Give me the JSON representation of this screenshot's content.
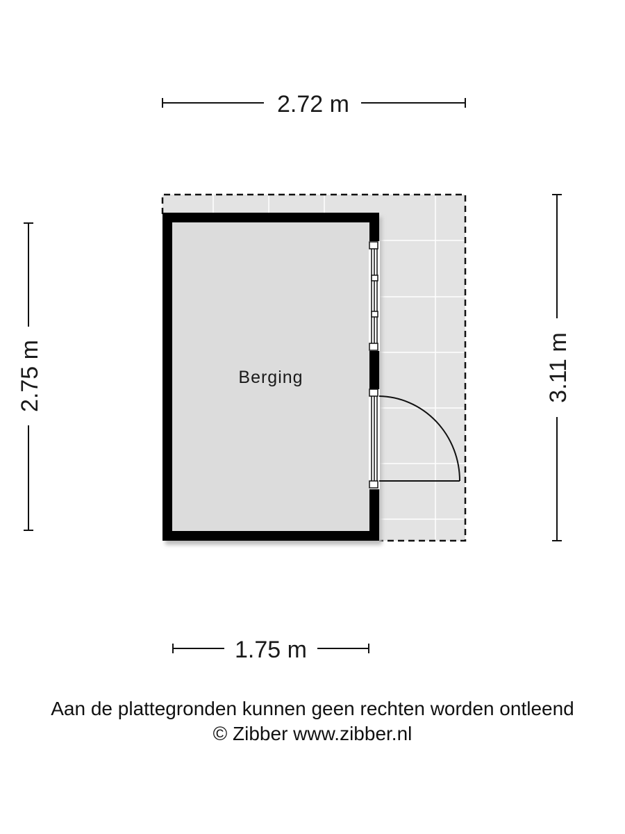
{
  "dimensions": {
    "top_width": "2.72 m",
    "bottom_width": "1.75 m",
    "left_height": "2.75 m",
    "right_height": "3.11 m"
  },
  "rooms": [
    {
      "name": "Berging"
    }
  ],
  "footer": {
    "disclaimer": "Aan de plattegronden kunnen geen rechten worden ontleend",
    "copyright": "© Zibber www.zibber.nl"
  }
}
